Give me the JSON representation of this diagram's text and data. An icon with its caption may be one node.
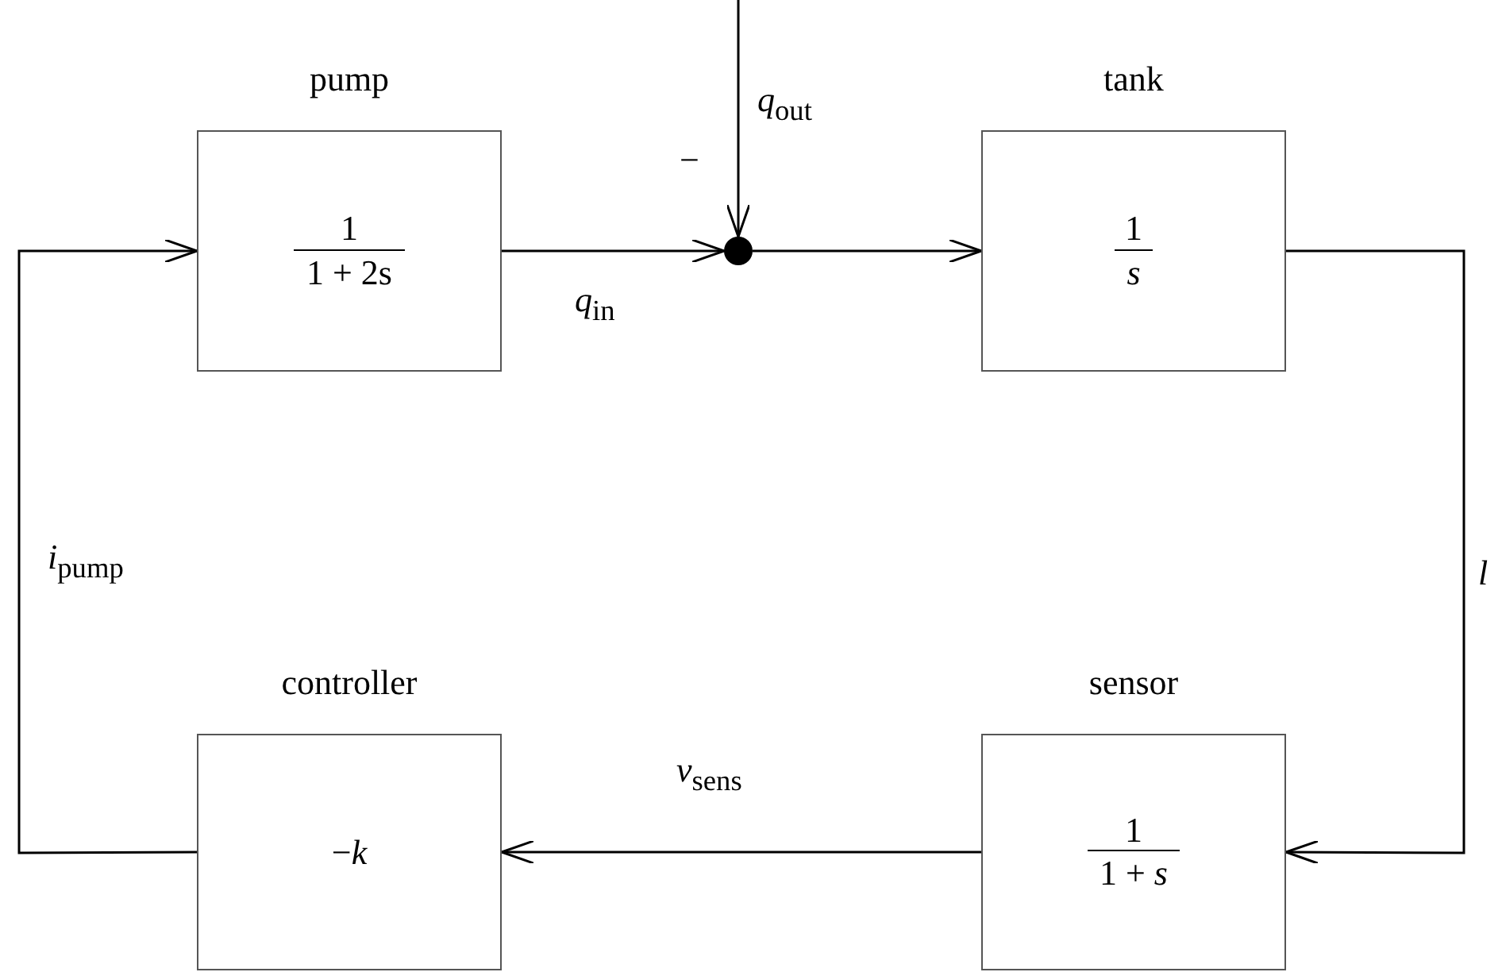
{
  "diagram": {
    "nodes": [
      {
        "text": [
          "pump",
          "1",
          "1 + 2s"
        ]
      },
      {
        "text": [],
        "shape": "circle"
      },
      {
        "text": [
          "tank",
          "1",
          "*s*"
        ]
      },
      {
        "text": [
          "sensor",
          "1",
          "1 + *s*"
        ]
      },
      {
        "text": [
          "controller",
          "−*k*"
        ]
      }
    ],
    "edges": [
      {
        "from": 0,
        "to": 1,
        "arrow": "to",
        "label": "*q*$_{in}$"
      },
      {
        "from": null,
        "to": 1,
        "arrow": "to",
        "label": "*q*$_{out}$"
      },
      {
        "from": 1,
        "to": 2,
        "arrow": "to"
      },
      {
        "from": 2,
        "to": 3,
        "arrow": "to",
        "label": "*l*"
      },
      {
        "from": 3,
        "to": 4,
        "arrow": "to",
        "label": "*v*$_{sens}$"
      },
      {
        "from": 4,
        "to": 0,
        "arrow": "to",
        "label": "*i*$_{pump}$"
      }
    ],
    "labels": [
      "−"
    ]
  }
}
